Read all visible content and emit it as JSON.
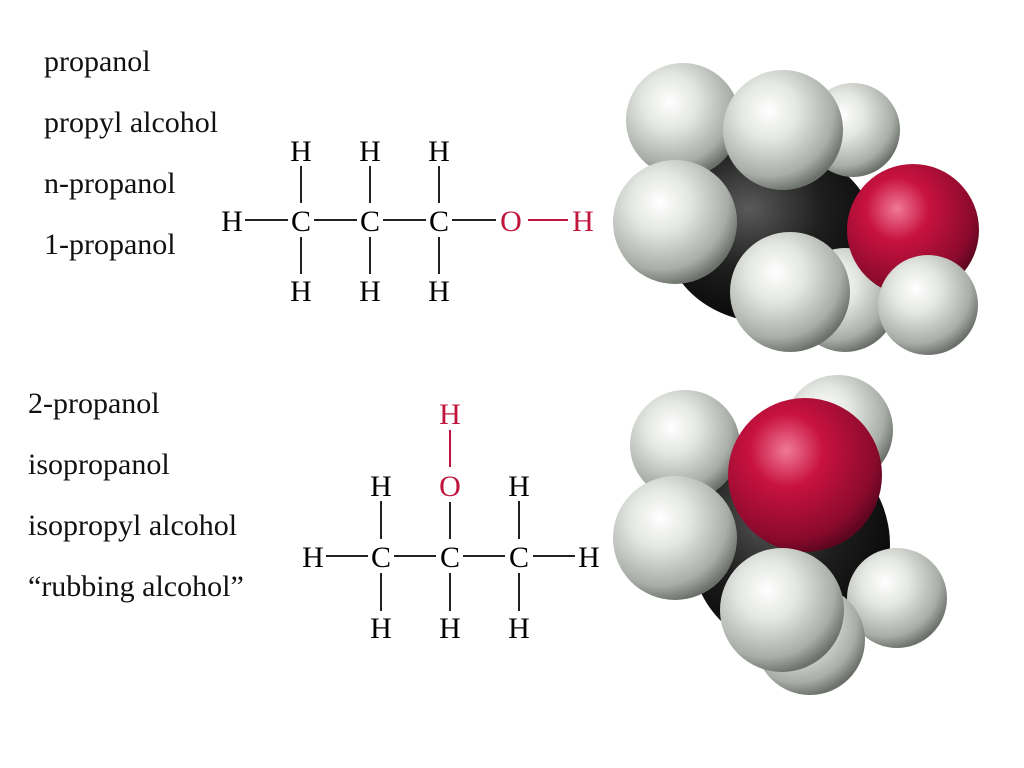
{
  "colors": {
    "text": "#111111",
    "oxygen": "#c0143c",
    "bond": "#222222",
    "hydrogen_sphere": "#d7dad5",
    "oxygen_sphere": "#b4103a",
    "carbon_sphere": "#161616"
  },
  "molecules": [
    {
      "id": "propanol",
      "names": [
        "propanol",
        "propyl alcohol",
        "n-propanol",
        "1-propanol"
      ],
      "atoms": {
        "H": "H",
        "C": "C",
        "O": "O"
      }
    },
    {
      "id": "isopropanol",
      "names": [
        "2-propanol",
        "isopropanol",
        "isopropyl alcohol",
        "“rubbing alcohol”"
      ],
      "atoms": {
        "H": "H",
        "C": "C",
        "O": "O"
      }
    }
  ]
}
